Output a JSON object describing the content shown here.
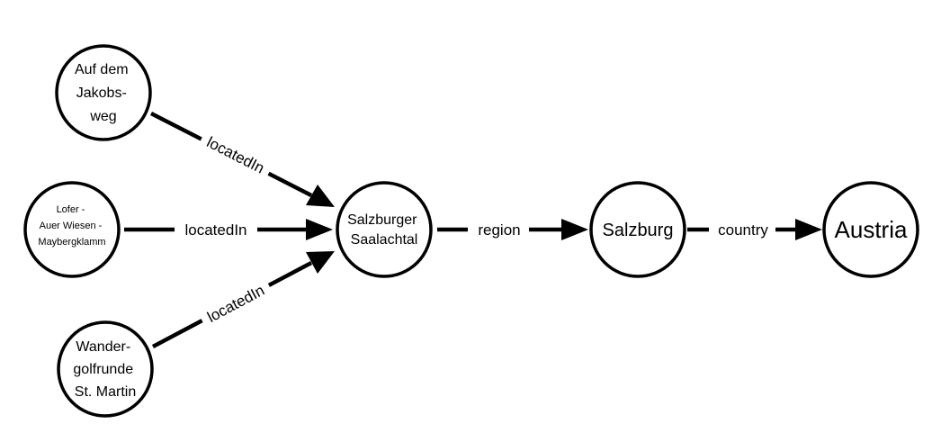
{
  "nodes": {
    "jakobsweg": {
      "lines": [
        "Auf dem",
        "Jakobs-",
        "weg"
      ]
    },
    "lofer": {
      "lines": [
        "Lofer -",
        "Auer Wiesen -",
        "Maybergklamm"
      ]
    },
    "wandergolf": {
      "lines": [
        "Wander-",
        "golfrunde",
        "St. Martin"
      ]
    },
    "saalachtal": {
      "lines": [
        "Salzburger",
        "Saalachtal"
      ]
    },
    "salzburg": {
      "lines": [
        "Salzburg"
      ]
    },
    "austria": {
      "lines": [
        "Austria"
      ]
    }
  },
  "edges": {
    "jakobsweg_saalachtal": {
      "label": "locatedIn"
    },
    "lofer_saalachtal": {
      "label": "locatedIn"
    },
    "wandergolf_saalachtal": {
      "label": "locatedIn"
    },
    "saalachtal_salzburg": {
      "label": "region"
    },
    "salzburg_austria": {
      "label": "country"
    }
  }
}
